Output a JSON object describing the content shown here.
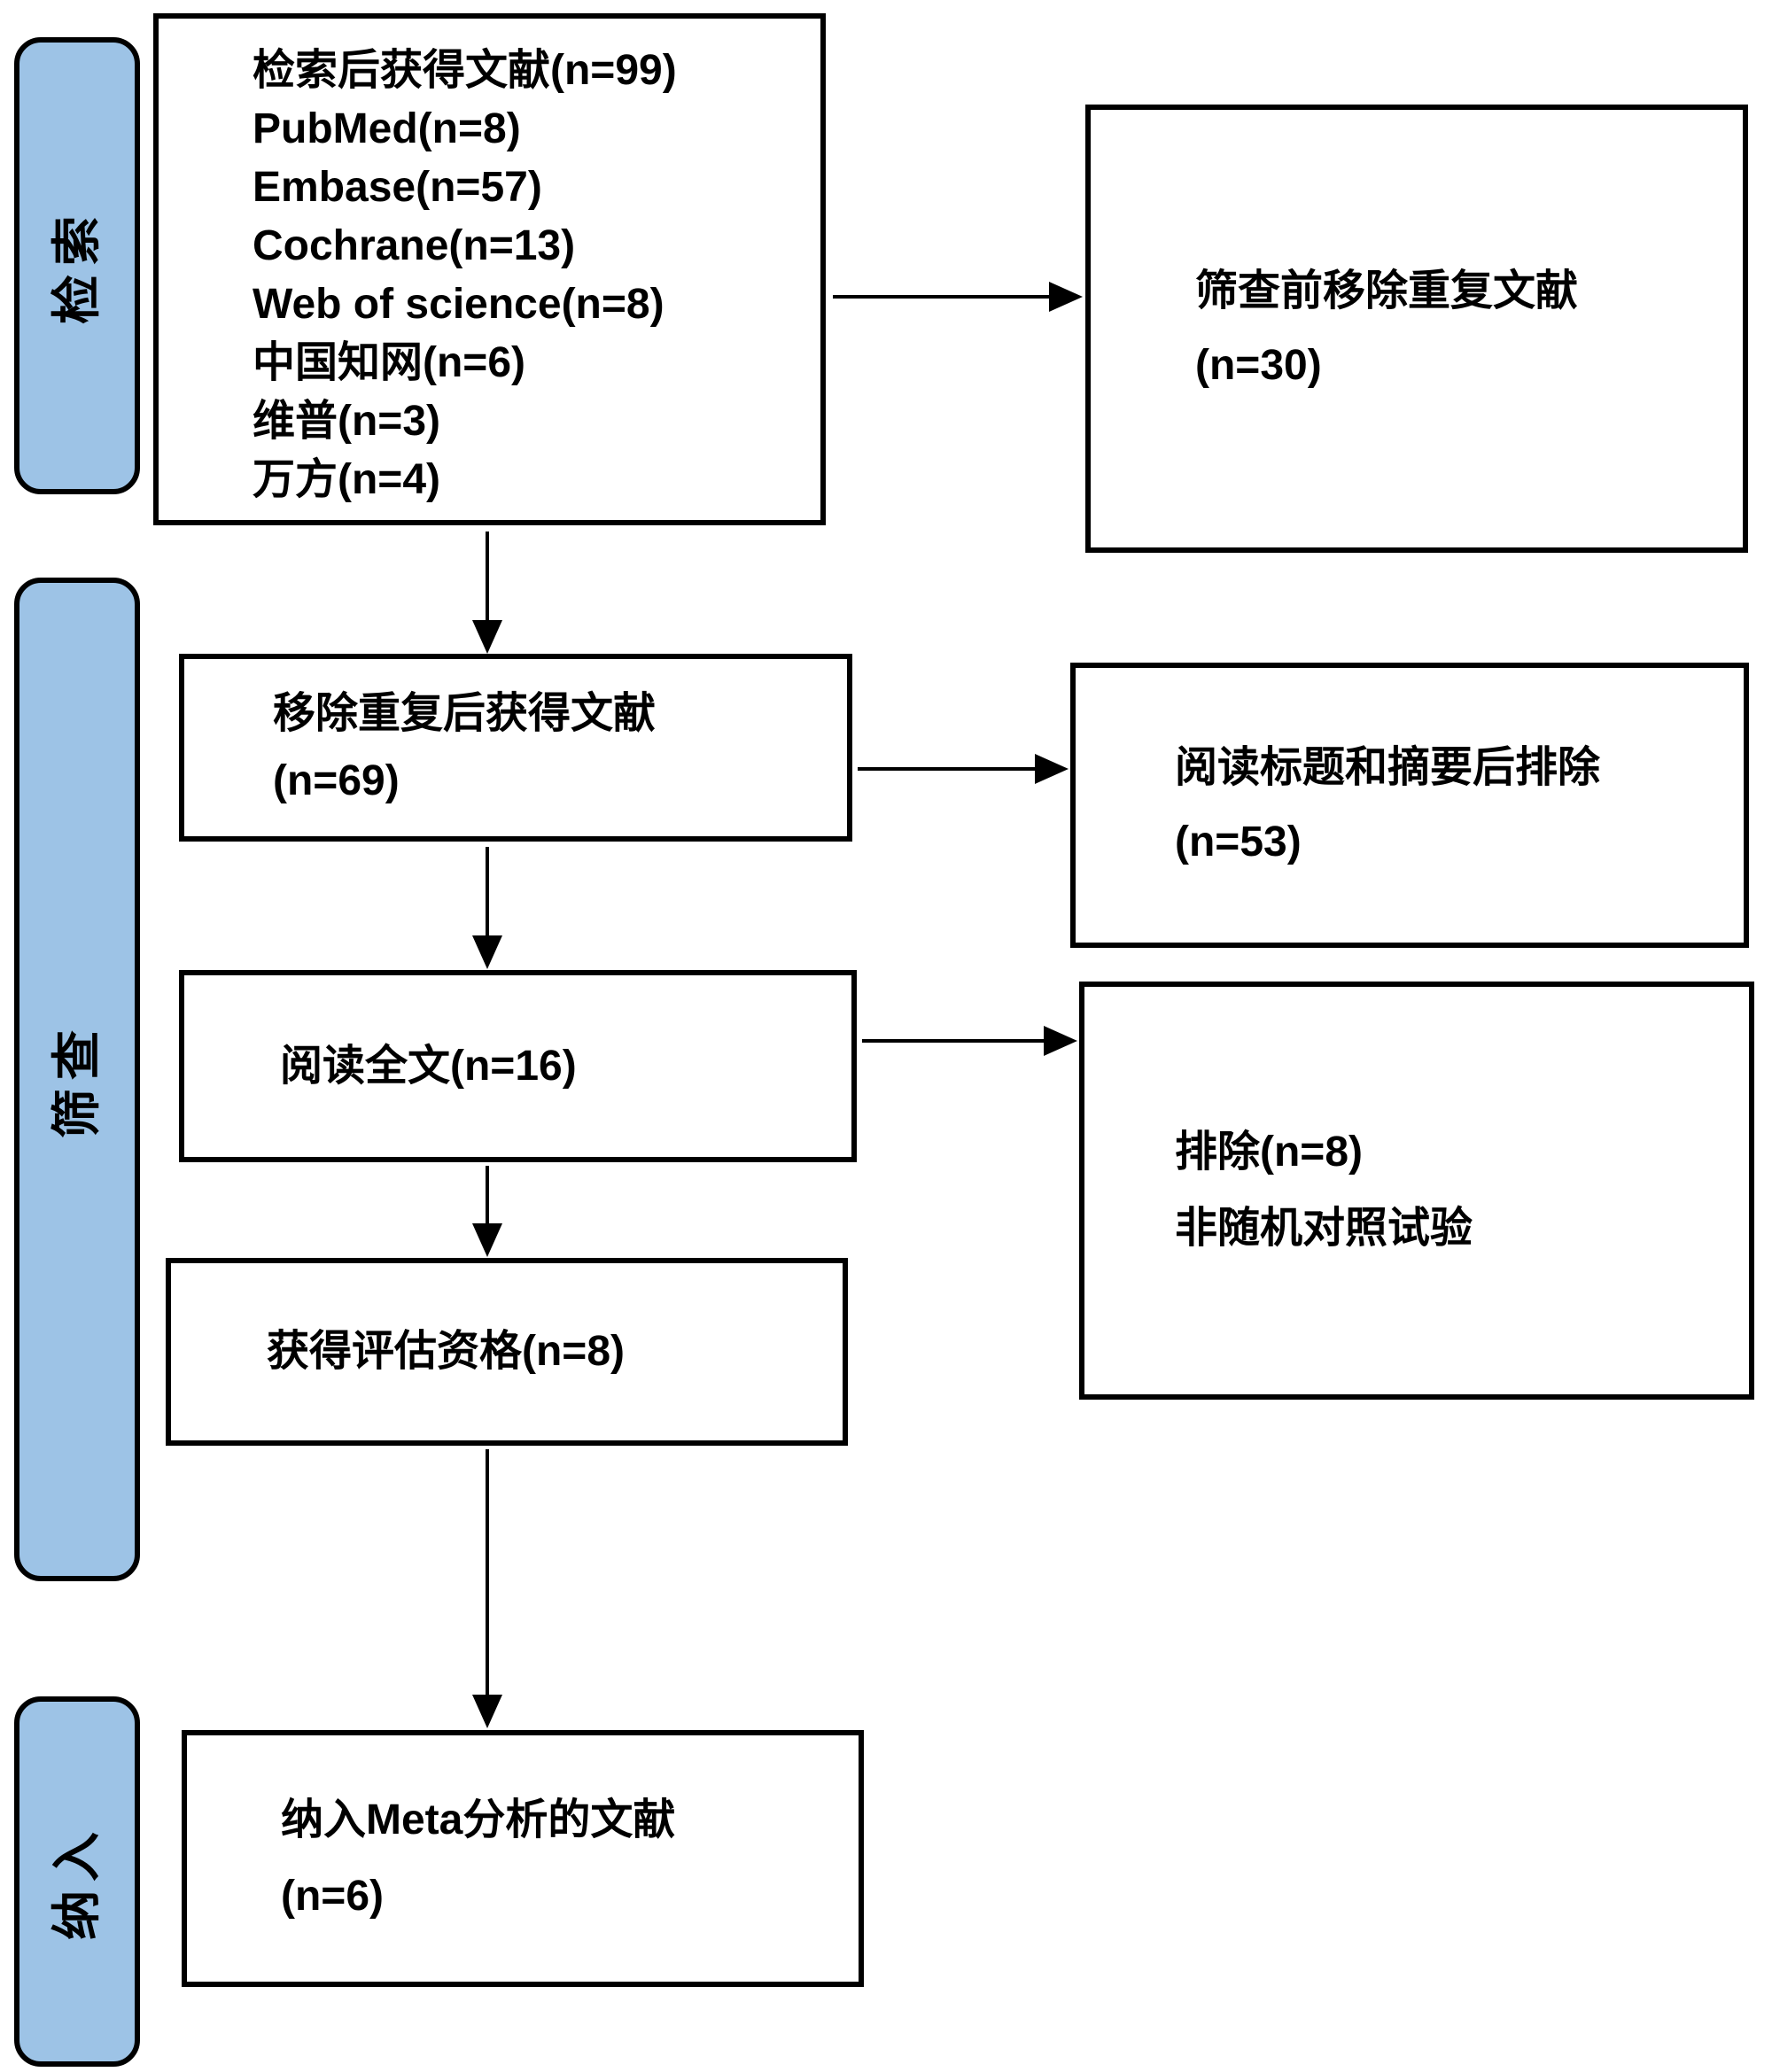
{
  "diagram": {
    "type": "prisma-flowchart",
    "stages": [
      {
        "id": "search",
        "label": "检索"
      },
      {
        "id": "screen",
        "label": "筛查"
      },
      {
        "id": "include",
        "label": "纳入"
      }
    ],
    "boxes": {
      "initial": {
        "lines": [
          "检索后获得文献(n=99)",
          "PubMed(n=8)",
          "Embase(n=57)",
          "Cochrane(n=13)",
          "Web of science(n=8)",
          "中国知网(n=6)",
          "维普(n=3)",
          "万方(n=4)"
        ]
      },
      "dup_removed": {
        "lines": [
          "筛查前移除重复文献",
          "(n=30)"
        ]
      },
      "after_dedup": {
        "lines": [
          "移除重复后获得文献",
          "(n=69)"
        ]
      },
      "title_abstract": {
        "lines": [
          "阅读标题和摘要后排除",
          "(n=53)"
        ]
      },
      "fulltext": {
        "lines": [
          "阅读全文(n=16)"
        ]
      },
      "excluded": {
        "lines": [
          "排除(n=8)",
          "非随机对照试验"
        ]
      },
      "eligible": {
        "lines": [
          "获得评估资格(n=8)"
        ]
      },
      "included": {
        "lines": [
          "纳入Meta分析的文献",
          "(n=6)"
        ]
      }
    },
    "colors": {
      "stage_fill": "#9DC3E6",
      "border": "#000000",
      "text": "#000000",
      "background": "#FFFFFF"
    }
  }
}
